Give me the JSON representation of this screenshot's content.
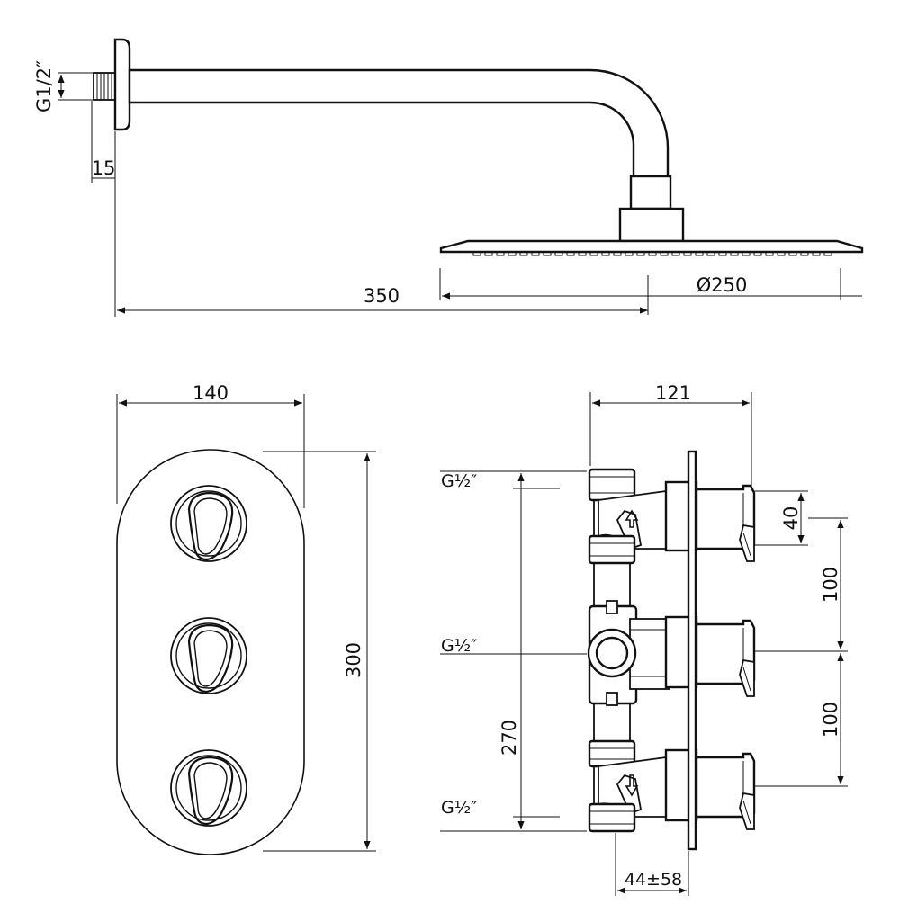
{
  "labels": {
    "inlet_thread": "G1/2″",
    "flange_offset": "15",
    "arm_projection": "350",
    "head_diameter": "Ø250",
    "plate_width": "140",
    "plate_height": "300",
    "body_depth": "121",
    "port_top": "G½″",
    "port_middle": "G½″",
    "port_bottom": "G½″",
    "port_spacing": "270",
    "handle_depth": "40",
    "spacing_upper": "100",
    "spacing_lower": "100",
    "install_depth": "44±58"
  }
}
